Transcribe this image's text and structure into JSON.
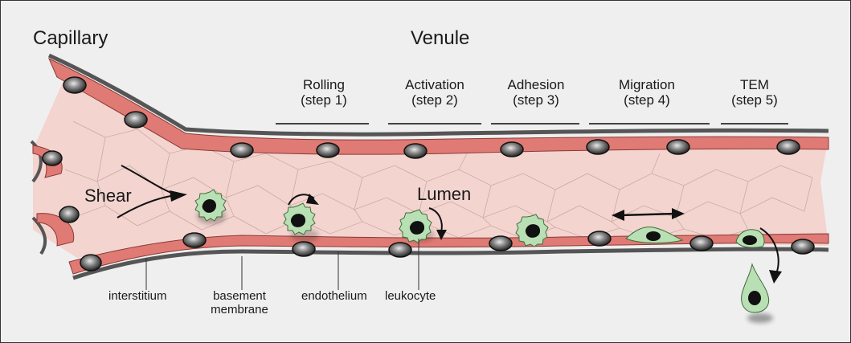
{
  "titles": {
    "left": "Capillary",
    "center": "Venule"
  },
  "steps": [
    {
      "name": "Rolling",
      "sub": "(step 1)"
    },
    {
      "name": "Activation",
      "sub": "(step 2)"
    },
    {
      "name": "Adhesion",
      "sub": "(step 3)"
    },
    {
      "name": "Migration",
      "sub": "(step 4)"
    },
    {
      "name": "TEM",
      "sub": "(step 5)"
    }
  ],
  "labels": {
    "shear": "Shear",
    "lumen": "Lumen",
    "interstitium": "interstitium",
    "basement_1": "basement",
    "basement_2": "membrane",
    "endothelium": "endothelium",
    "leukocyte": "leukocyte"
  },
  "colors": {
    "background": "#efefef",
    "lumen": "#f3d4cf",
    "endothelium": "#e07a74",
    "membrane": "#555555",
    "leukocyte": "#b8e0b4",
    "nucleus": "#111111"
  }
}
